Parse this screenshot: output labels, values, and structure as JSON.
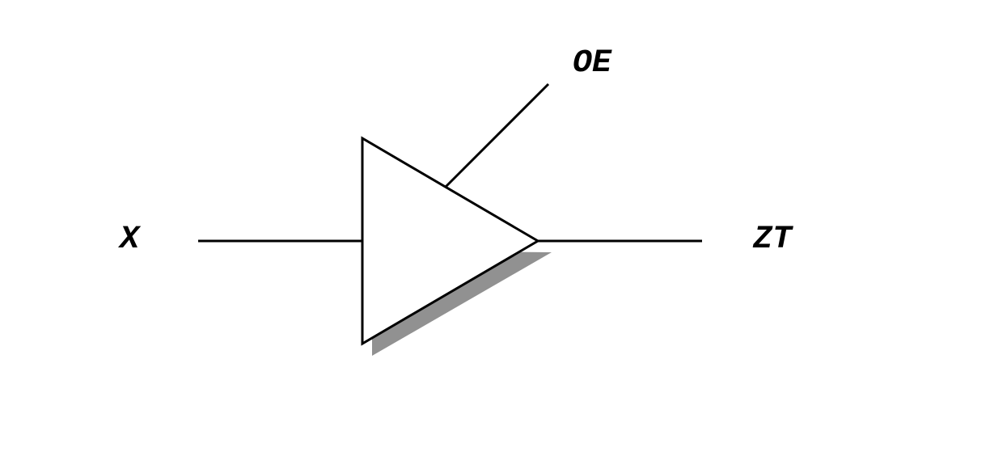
{
  "diagram": {
    "symbol": "tri-state-buffer",
    "pins": {
      "input": "X",
      "enable": "OE",
      "output": "ZT"
    },
    "colors": {
      "stroke": "#000000",
      "fill": "#ffffff",
      "shadow": "#919191",
      "text": "#000000"
    }
  }
}
